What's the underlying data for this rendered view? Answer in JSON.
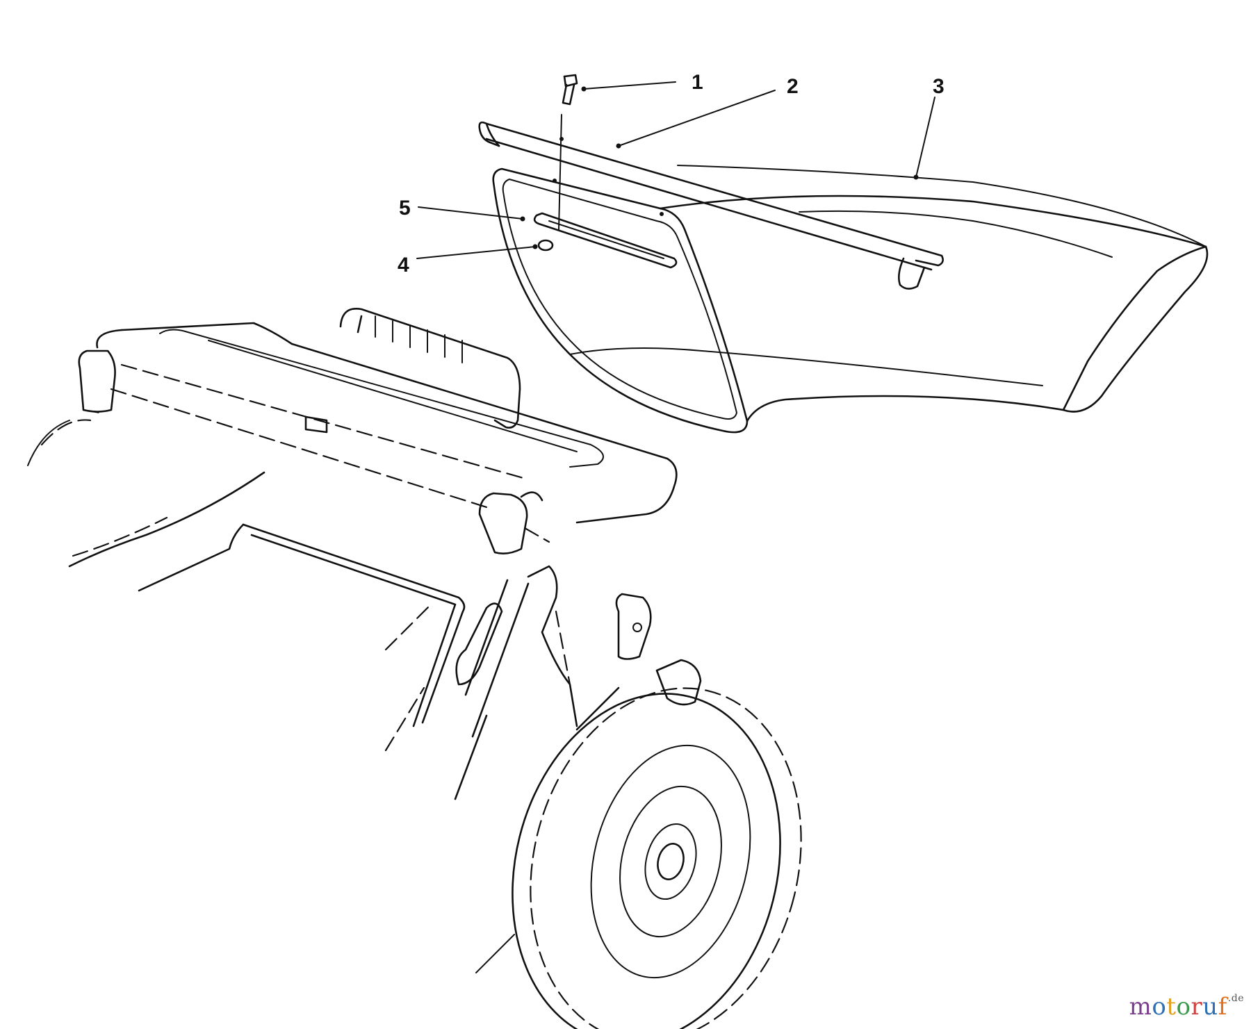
{
  "diagram": {
    "callouts": [
      {
        "id": "1",
        "label": "1"
      },
      {
        "id": "2",
        "label": "2"
      },
      {
        "id": "3",
        "label": "3"
      },
      {
        "id": "4",
        "label": "4"
      },
      {
        "id": "5",
        "label": "5"
      }
    ]
  },
  "watermark": {
    "letters": [
      "m",
      "o",
      "t",
      "o",
      "r",
      "u",
      "f"
    ],
    "letter_colors": [
      "#7a3f8c",
      "#2f6fb3",
      "#e0a020",
      "#3a9a4a",
      "#d04040",
      "#2f6fb3",
      "#e07020"
    ],
    "suffix": ".de"
  }
}
